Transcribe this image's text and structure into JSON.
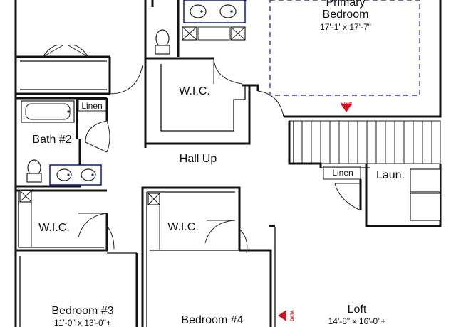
{
  "rooms": {
    "primary_bedroom": {
      "name_line1": "Primary",
      "name_line2": "Bedroom",
      "dims": "17'-1' x 17'-7\""
    },
    "wic_top": "W.I.C.",
    "bath2": "Bath #2",
    "linen_left": "Linen",
    "hall": "Hall Up",
    "linen_right": "Linen",
    "laundry": "Laun.",
    "wic_left": "W.I.C.",
    "wic_mid": "W.I.C.",
    "bedroom3": {
      "name": "Bedroom #3",
      "dims": "11'-0\" x 13'-0\"+"
    },
    "bedroom4": {
      "name": "Bedroom #4"
    },
    "loft": {
      "name": "Loft",
      "dims": "14'-8\" x 16'-0\"+"
    }
  },
  "markers": {
    "data_top": "DATA",
    "data_bottom": "DATA",
    "marker_color": "#d0101a"
  },
  "colors": {
    "wall": "#111111",
    "fixture_outline": "#1a2a8c",
    "dashed_outline": "#3b3f9a"
  }
}
